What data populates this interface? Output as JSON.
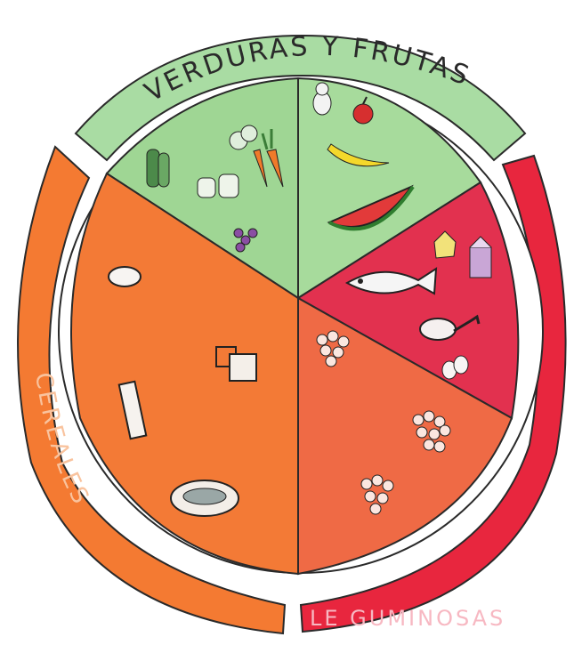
{
  "labels": {
    "top": "VERDURAS Y FRUTAS",
    "left": "CEREALES",
    "right": "LEGUMINOSAS",
    "bottom": "LE GUMINOSAS"
  },
  "colors": {
    "green_band": "#a9dca3",
    "green_fill": "#9fd694",
    "orange_band": "#f47a32",
    "orange_fill": "#f37a36",
    "red_band": "#e8263e",
    "red_fill": "#e2314f",
    "salmon_fill": "#ef6a45",
    "outline": "#2a2a2a"
  },
  "icons": {
    "green_section": [
      "cucumber-icon",
      "broccoli-icon",
      "carrot-icon",
      "cauliflower-icon",
      "grapes-icon",
      "pear-icon",
      "apple-icon",
      "banana-icon",
      "watermelon-icon"
    ],
    "orange_section": [
      "bread-icon",
      "tortilla-stack-icon",
      "bar-icon",
      "bowl-icon"
    ],
    "red_section": [
      "fish-icon",
      "cheese-icon",
      "milk-carton-icon",
      "drumstick-icon",
      "eggs-icon"
    ],
    "salmon_section": [
      "beans-icon"
    ]
  }
}
